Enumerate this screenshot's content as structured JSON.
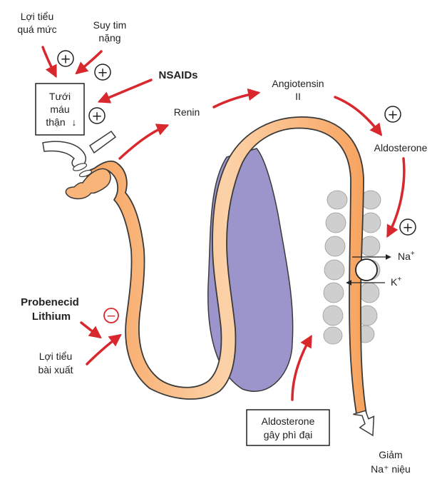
{
  "labels": {
    "diuretic_excess_1": "Lợi tiểu",
    "diuretic_excess_2": "quá mức",
    "heart_failure_1": "Suy tim",
    "heart_failure_2": "nặng",
    "nsaids": "NSAIDs",
    "renal_flow_1": "Tưới",
    "renal_flow_2": "máu",
    "renal_flow_3": "thận",
    "renal_flow_arrow": "↓",
    "renin": "Renin",
    "angiotensin_1": "Angiotensin",
    "angiotensin_2": "II",
    "aldosterone": "Aldosterone",
    "na_ion": "Na",
    "na_sup": "+",
    "k_ion": "K",
    "k_sup": "+",
    "probenecid": "Probenecid",
    "lithium": "Lithium",
    "excreted_diuretic_1": "Lợi tiểu",
    "excreted_diuretic_2": "bài xuất",
    "aldo_hypertrophy_1": "Aldosterone",
    "aldo_hypertrophy_2": "gây phì đại",
    "reduced_na_1": "Giảm",
    "reduced_na_2": "Na⁺ niệu"
  },
  "symbols": {
    "plus": "+",
    "minus": "−"
  },
  "colors": {
    "tubule": "#f9b479",
    "tubule_outline": "#3a3a3a",
    "loop_band": "#9b95cc",
    "arrow_red": "#d8272d",
    "cell_gray": "#cfcfcf",
    "minus_red": "#d8272d"
  }
}
